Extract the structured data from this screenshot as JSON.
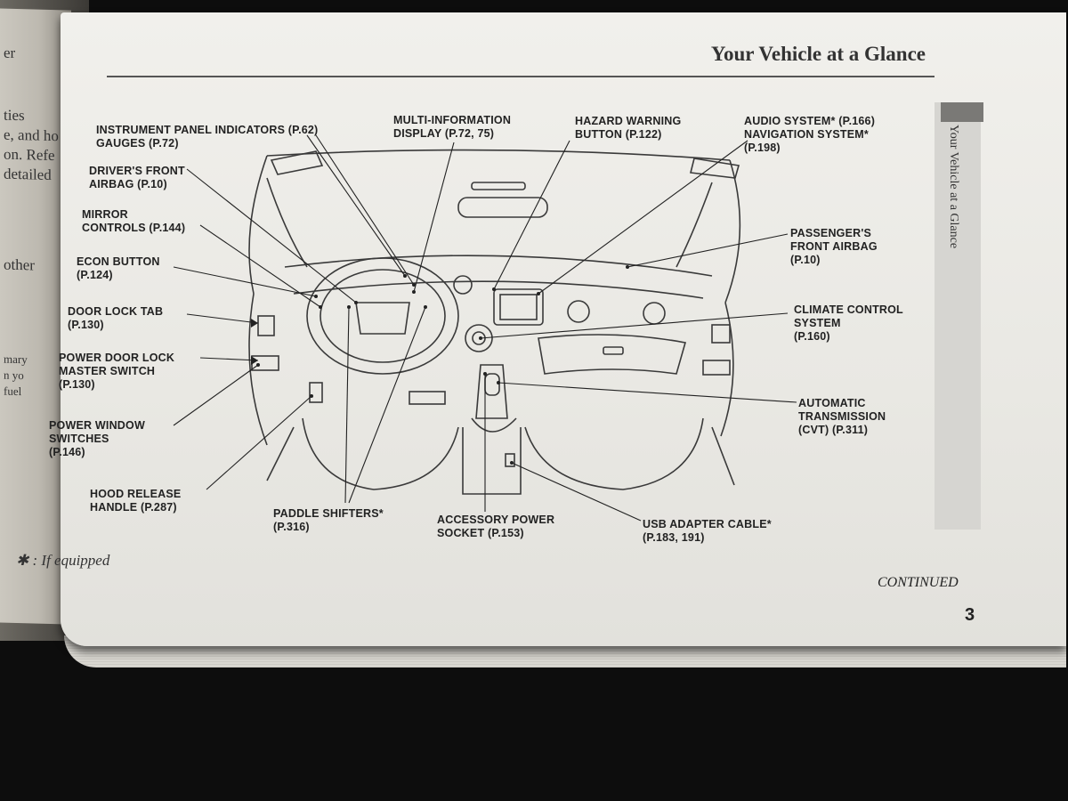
{
  "left_page": {
    "lines": [
      "er",
      "ties",
      "e, and ho",
      "on. Refe",
      "detailed",
      "other",
      "mary",
      "n yo",
      "fuel"
    ]
  },
  "header": {
    "title": "Your Vehicle at a Glance"
  },
  "side_tab": {
    "text": "Your Vehicle at a Glance"
  },
  "callouts": {
    "instrument_panel": "INSTRUMENT PANEL INDICATORS (P.62)\nGAUGES (P.72)",
    "multi_info": "MULTI-INFORMATION\nDISPLAY (P.72, 75)",
    "hazard": "HAZARD WARNING\nBUTTON (P.122)",
    "audio": "AUDIO SYSTEM* (P.166)\nNAVIGATION SYSTEM*\n(P.198)",
    "driver_airbag": "DRIVER'S FRONT\nAIRBAG (P.10)",
    "mirror": "MIRROR\nCONTROLS (P.144)",
    "econ": "ECON BUTTON\n(P.124)",
    "door_lock_tab": "DOOR LOCK TAB\n(P.130)",
    "power_door_lock": "POWER DOOR LOCK\nMASTER SWITCH\n(P.130)",
    "power_window": "POWER WINDOW\nSWITCHES\n(P.146)",
    "hood_release": "HOOD RELEASE\nHANDLE (P.287)",
    "paddle": "PADDLE SHIFTERS*\n(P.316)",
    "accessory": "ACCESSORY POWER\nSOCKET (P.153)",
    "usb": "USB ADAPTER CABLE*\n(P.183, 191)",
    "passenger_airbag": "PASSENGER'S\nFRONT AIRBAG\n(P.10)",
    "climate": "CLIMATE CONTROL\nSYSTEM\n(P.160)",
    "transmission": "AUTOMATIC\nTRANSMISSION\n(CVT) (P.311)"
  },
  "footnote": "✱ : If equipped",
  "continued": "CONTINUED",
  "page_number": "3",
  "colors": {
    "page": "#efeeea",
    "ink": "#222222",
    "background": "#0d0d0d"
  }
}
